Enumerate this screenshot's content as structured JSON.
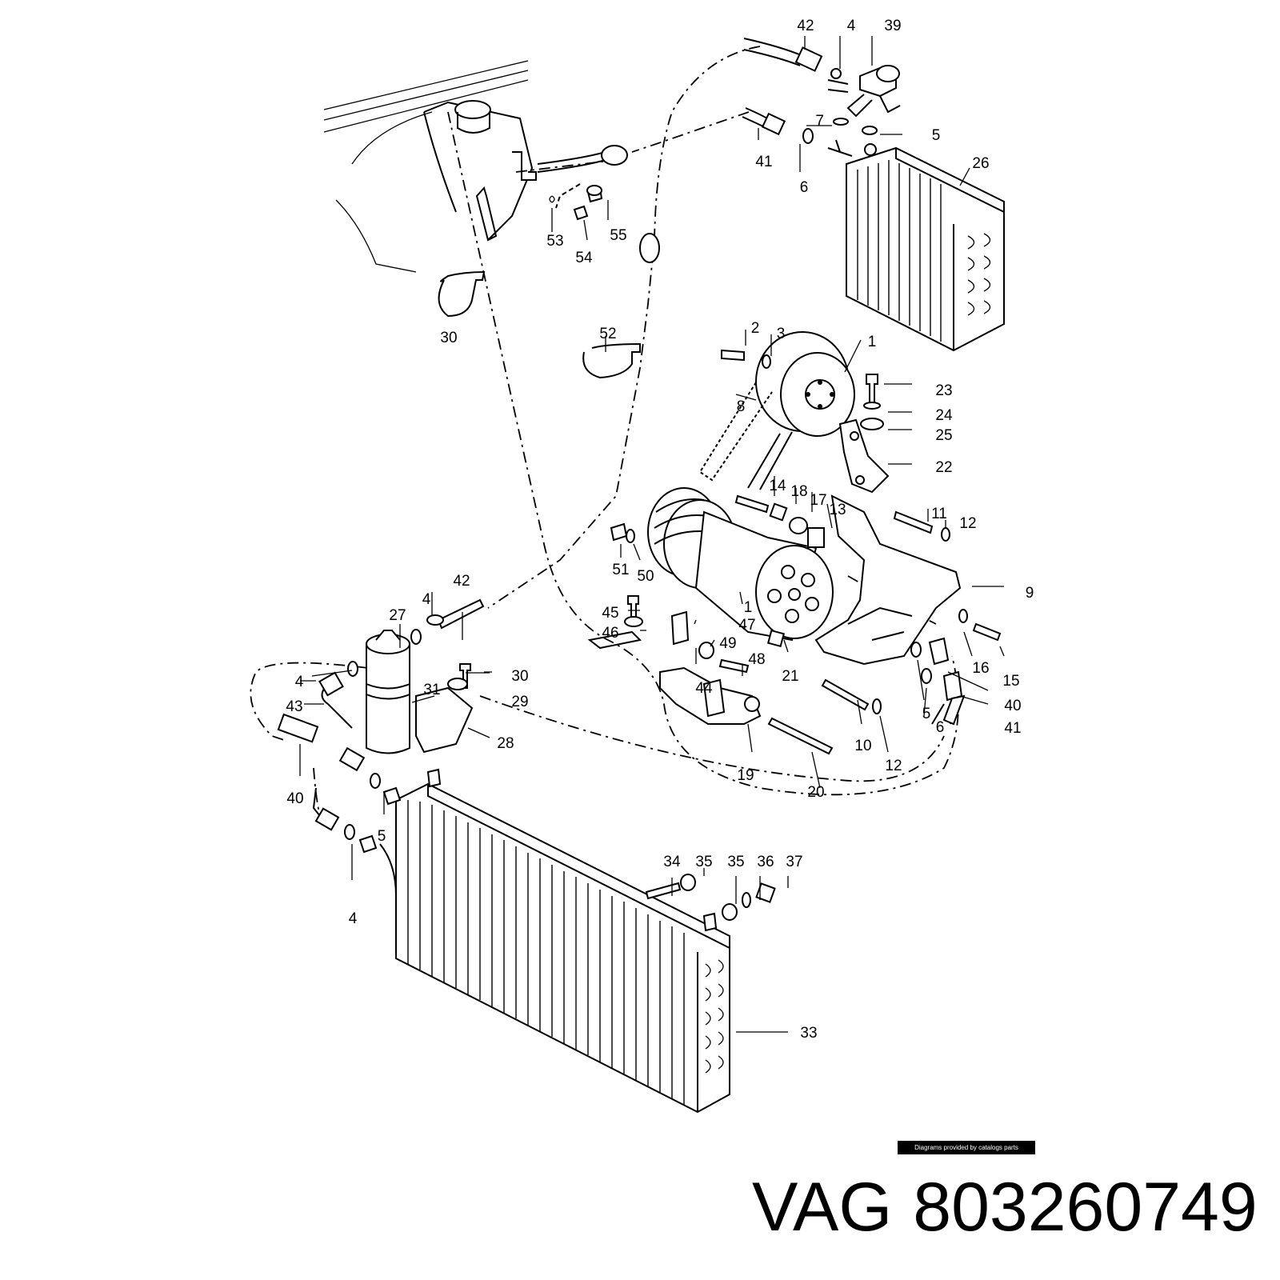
{
  "watermark": "Diagrams provided by catalogs parts",
  "title": {
    "brand": "VAG",
    "part_number": "803260749"
  },
  "callouts": [
    "42",
    "4",
    "39",
    "7",
    "5",
    "41",
    "6",
    "26",
    "53",
    "54",
    "55",
    "30",
    "52",
    "2",
    "3",
    "1",
    "23",
    "24",
    "8",
    "25",
    "22",
    "14",
    "18",
    "17",
    "13",
    "11",
    "12",
    "9",
    "51",
    "50",
    "47",
    "1",
    "45",
    "46",
    "49",
    "48",
    "44",
    "21",
    "16",
    "15",
    "40",
    "41",
    "5",
    "6",
    "10",
    "12",
    "19",
    "20",
    "27",
    "4",
    "42",
    "30",
    "29",
    "4",
    "31",
    "43",
    "28",
    "40",
    "5",
    "4",
    "34",
    "35",
    "35",
    "36",
    "37",
    "33"
  ]
}
